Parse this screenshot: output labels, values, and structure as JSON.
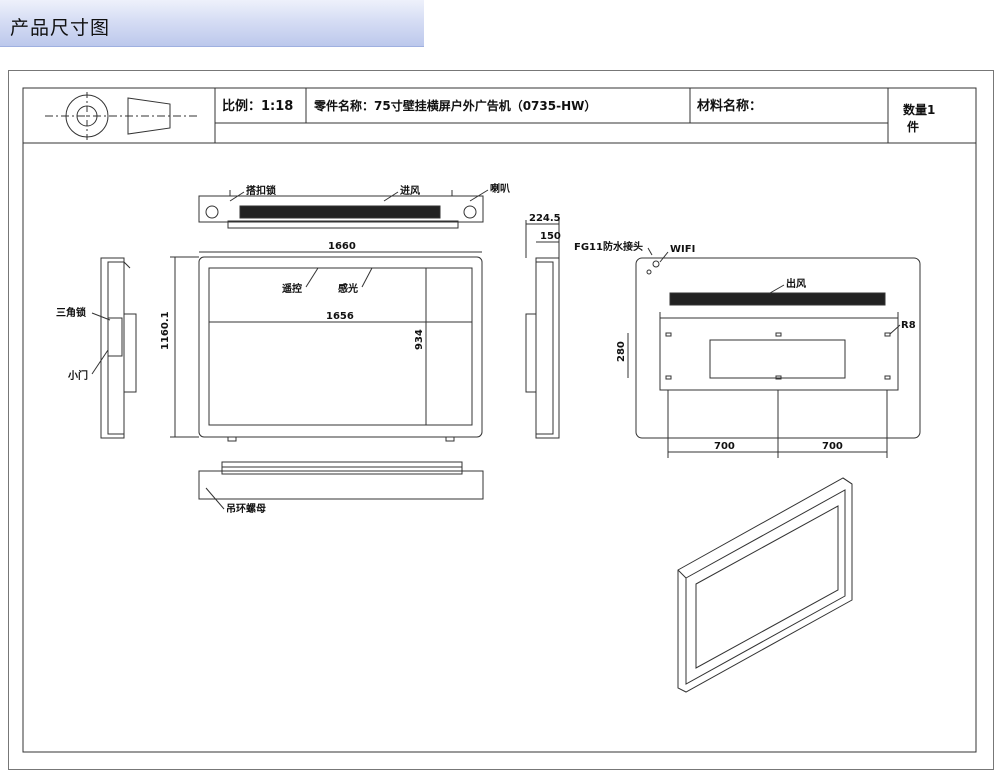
{
  "page_title": "产品尺寸图",
  "title_block": {
    "scale": "比例：1:18",
    "part_name": "零件名称：75寸壁挂横屏户外广告机（0735-HW）",
    "material": "材料名称：",
    "quantity_line1": "数量1",
    "quantity_line2": "件"
  },
  "labels": {
    "lock": "搭扣锁",
    "inlet": "进风",
    "speaker": "喇叭",
    "remote": "遥控",
    "light_sensor": "感光",
    "triangle_lock": "三角锁",
    "small_door": "小门",
    "waterproof": "FG11防水接头",
    "wifi": "WIFI",
    "outlet": "出风",
    "hole": "R8",
    "nut": "吊环螺母"
  },
  "dimensions": {
    "depth_total": "224.5",
    "depth_body": "150",
    "width_total": "1660",
    "height_total": "1160.1",
    "screen_width": "1656",
    "screen_height": "934",
    "mount_height": "280",
    "mount_left": "700",
    "mount_right": "700"
  }
}
